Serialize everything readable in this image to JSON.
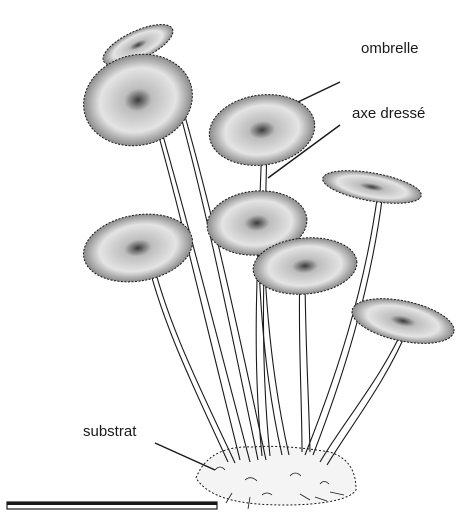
{
  "labels": {
    "ombrelle": "ombrelle",
    "axe": "axe dressé",
    "substrat": "substrat"
  },
  "colors": {
    "ink": "#1a1a1a",
    "background": "#ffffff"
  }
}
